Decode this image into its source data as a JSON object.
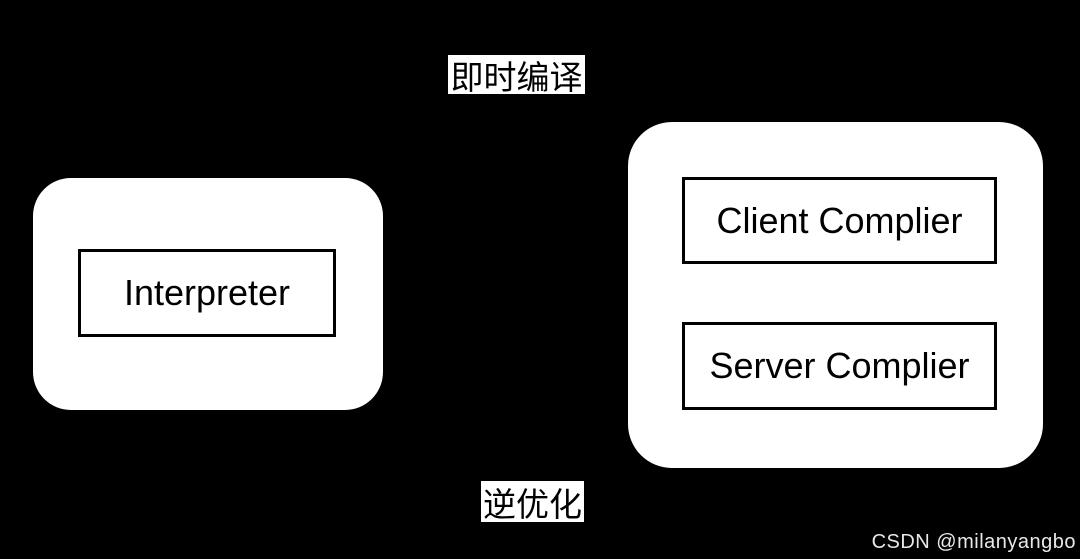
{
  "colors": {
    "background": "#000000",
    "panel": "#ffffff",
    "node_border": "#000000",
    "text": "#000000",
    "watermark_text": "#e8e8e8"
  },
  "diagram": {
    "top_label": "即时编译",
    "bottom_label": "逆优化",
    "interpreter_group": {
      "nodes": [
        "Interpreter"
      ]
    },
    "compiler_group": {
      "nodes": [
        "Client Complier",
        "Server Complier"
      ]
    }
  },
  "watermark": "CSDN @milanyangbo"
}
